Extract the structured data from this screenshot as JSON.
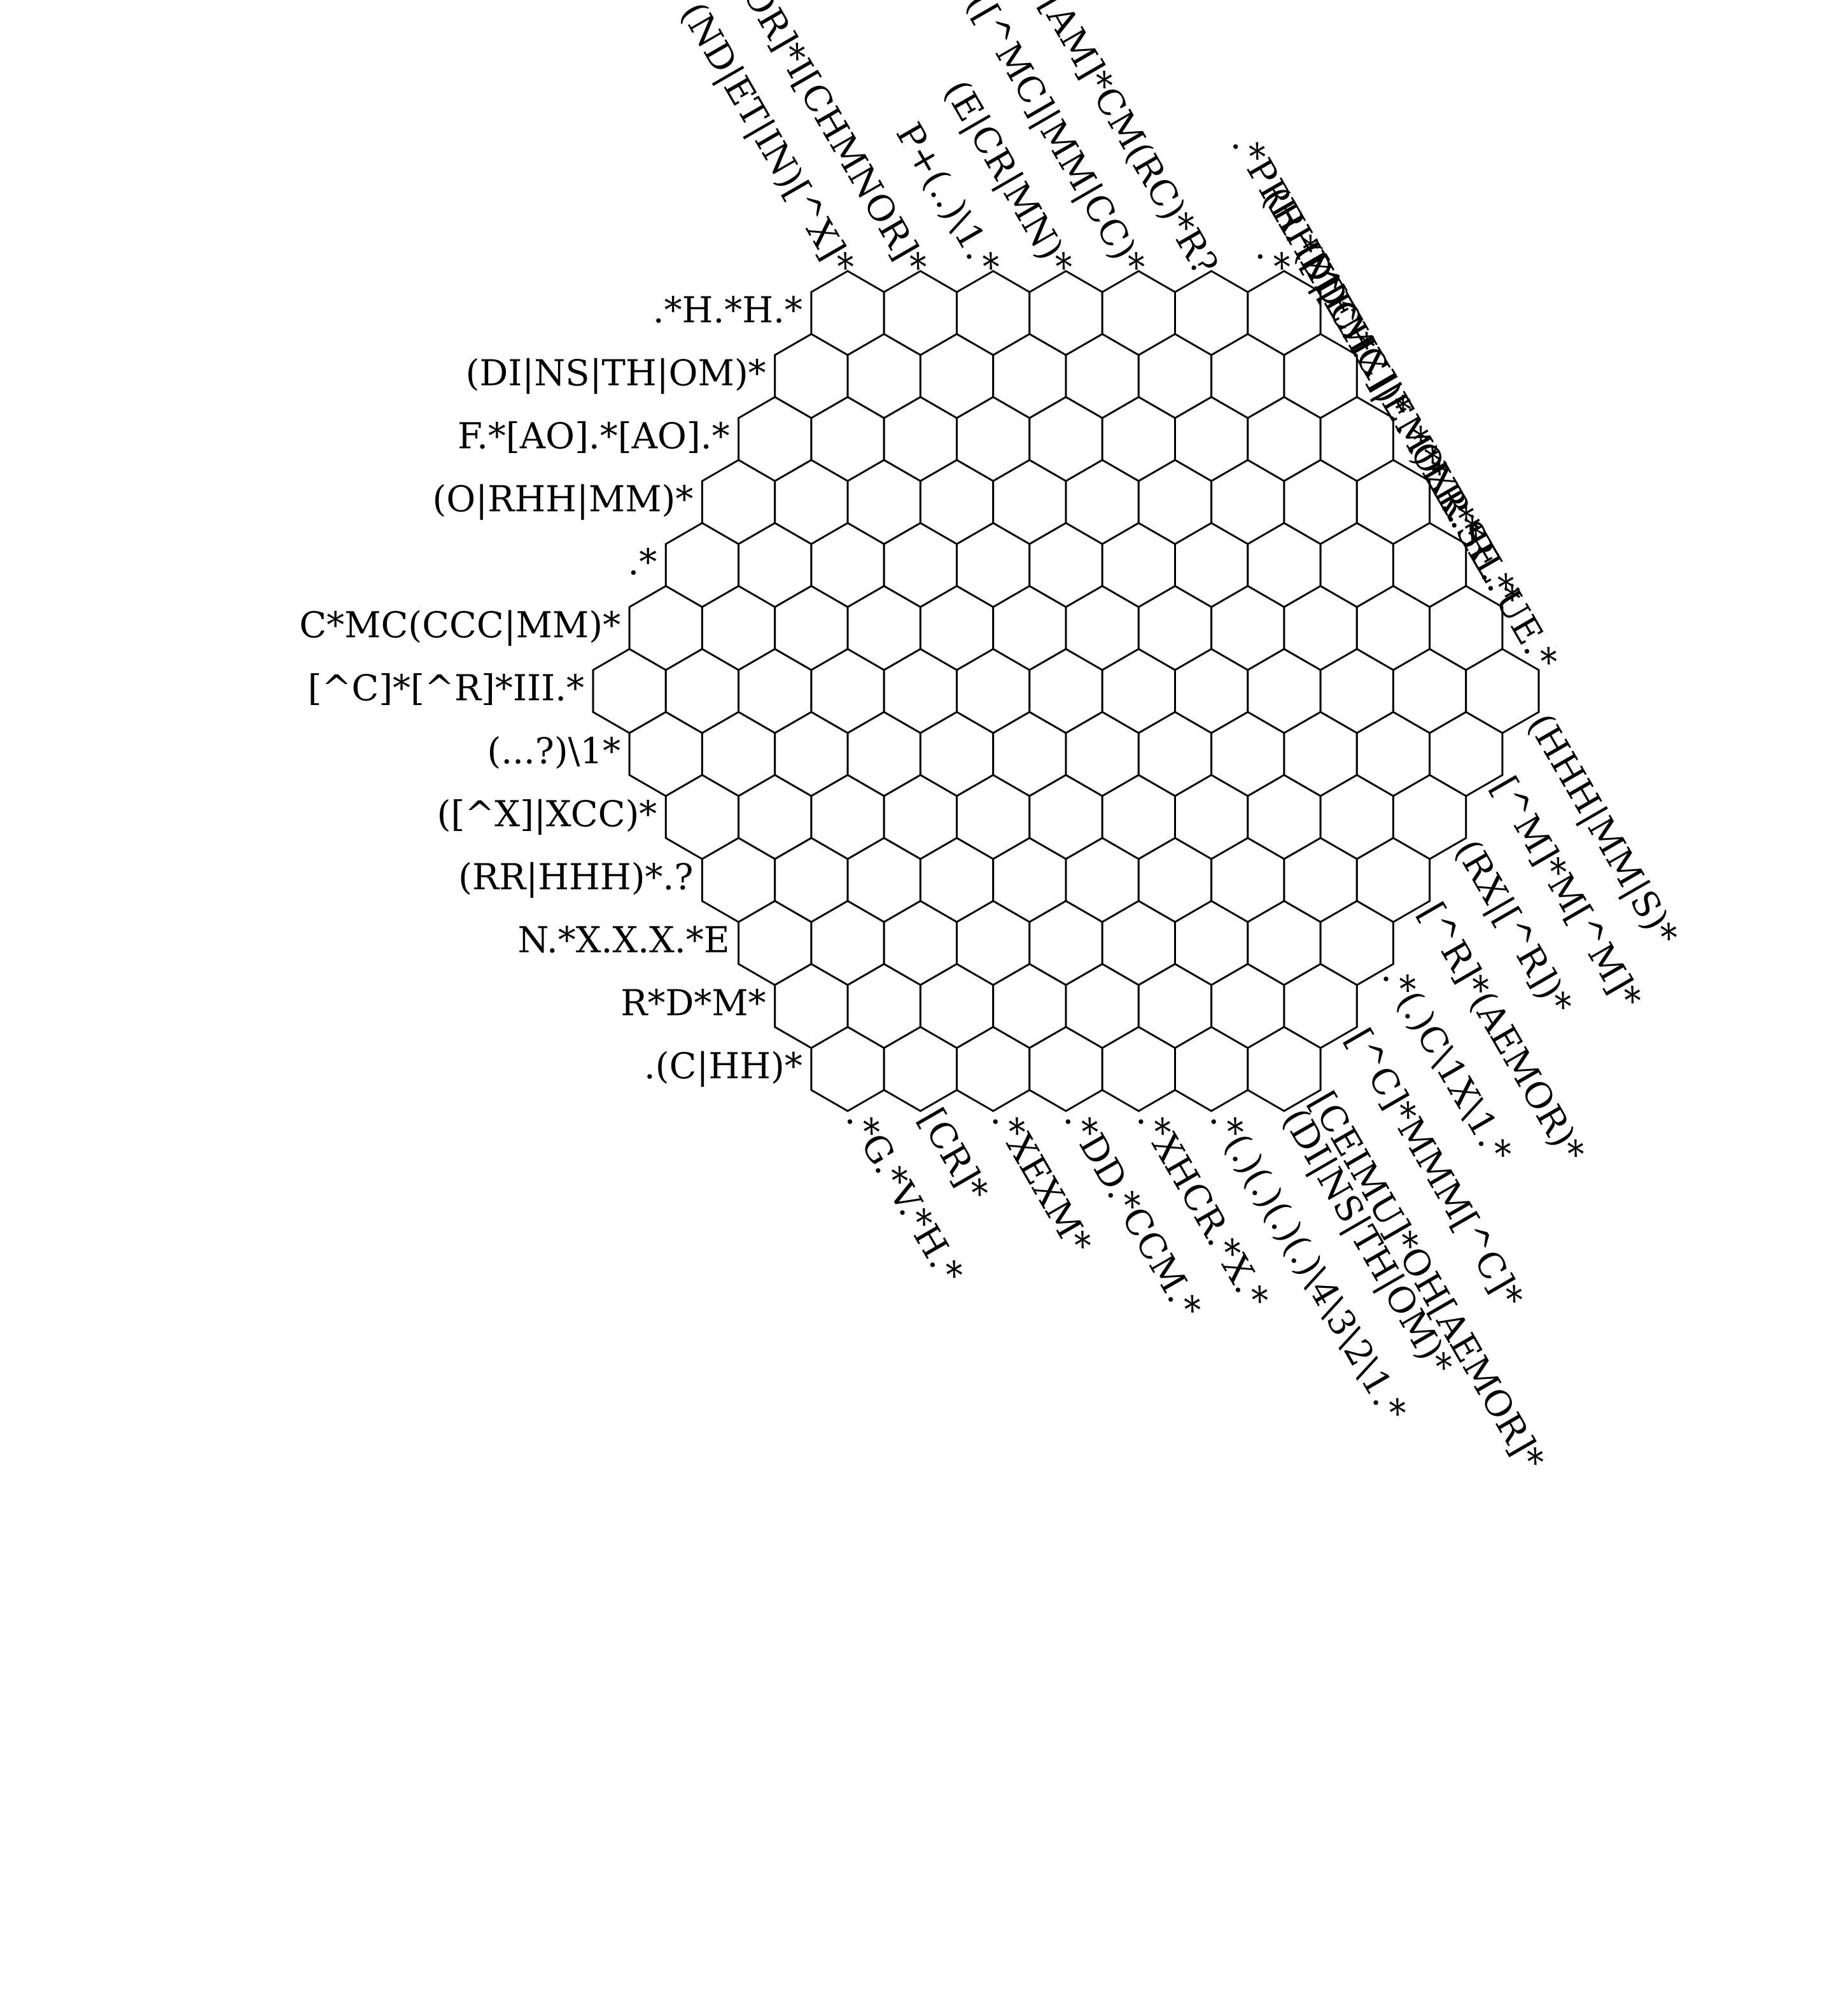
{
  "colors": {
    "background": "#ffffff",
    "ink": "#000000"
  },
  "puzzle": {
    "side_length": 7,
    "left_clues": [
      ".*H.*H.*",
      "(DI|NS|TH|OM)*",
      "F.*[AO].*[AO].*",
      "(O|RHH|MM)*",
      ".*",
      "C*MC(CCC|MM)*",
      "[^C]*[^R]*III.*",
      "(...?)\\1*",
      "([^X]|XCC)*",
      "(RR|HHH)*.?",
      "N.*X.X.X.*E",
      "R*D*M*",
      ".(C|HH)*"
    ],
    "top_clues": [
      "(ND|ET|IN)[^X]*",
      "[CHMNOR]*I[CHMNOR]*",
      "P+(..)\\1.*",
      "(E|CR|MN)*",
      "([^MC]|MM|CC)*",
      "[AM]*CM(RC)*R?",
      ".*"
    ],
    "right_clues": [
      ".*PRR.*DDC.*",
      "(HHX|[^HX])*",
      "([^EMC]|EM)*",
      ".*OXR.*",
      ".*LR.*RL.*",
      ".*SE.*UE.*",
      ".*(HHH|MM|S)*",
      "[^M]*M[^M]*",
      "(RX|[^R])*",
      "[CHMNOR]*I[CHMNOR]*"
    ],
    "right_lower_clues": [
      "(HHH|MM|S)*",
      "[^M]*M[^M]*",
      "(RX|[^R])*",
      "[^R]*(AEMOR)*",
      ".*(.)C\\1X\\1.*",
      "[^C]*MMM[^C]*",
      "[CEIMU]*OH[AEMOR]*"
    ],
    "bottom_clues": [
      ".*G.*V.*H.*",
      "[CR]*",
      ".*XEXM*",
      ".*DD.*CCM.*",
      ".*XHCR.*X.*",
      ".*(.)(.)(.)(.)\\4\\3\\2\\1.*",
      "(DI|NS|TH|OM)*"
    ]
  }
}
